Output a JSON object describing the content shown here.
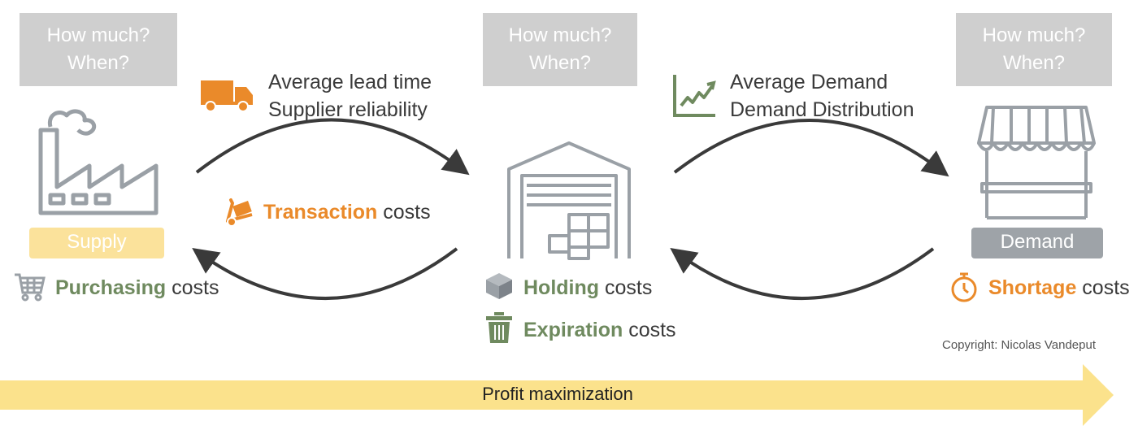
{
  "question_box": {
    "line1": "How much?",
    "line2": "When?"
  },
  "supply": {
    "label": "Supply"
  },
  "demand": {
    "label": "Demand"
  },
  "supply_flow": {
    "line1": "Average lead time",
    "line2": "Supplier reliability"
  },
  "demand_flow": {
    "line1": "Average Demand",
    "line2": "Demand Distribution"
  },
  "costs": {
    "transaction": {
      "keyword": "Transaction",
      "suffix": " costs"
    },
    "purchasing": {
      "keyword": "Purchasing",
      "suffix": " costs"
    },
    "holding": {
      "keyword": "Holding",
      "suffix": " costs"
    },
    "expiration": {
      "keyword": "Expiration",
      "suffix": " costs"
    },
    "shortage": {
      "keyword": "Shortage",
      "suffix": " costs"
    }
  },
  "copyright": "Copyright: Nicolas Vandeput",
  "footer": "Profit maximization",
  "colors": {
    "orange": "#ea8a2a",
    "green": "#6f8a5f",
    "gray_icon": "#9aa0a6",
    "question_box": "#cfcfcf",
    "supply_tag": "#fbe29b",
    "demand_tag": "#9ea3a8",
    "arrow_band": "#fbe28c"
  },
  "icons": [
    "factory-icon",
    "truck-icon",
    "trend-chart-icon",
    "warehouse-icon",
    "shop-icon",
    "hand-truck-icon",
    "shopping-cart-icon",
    "box-icon",
    "trash-icon",
    "stopwatch-icon"
  ]
}
